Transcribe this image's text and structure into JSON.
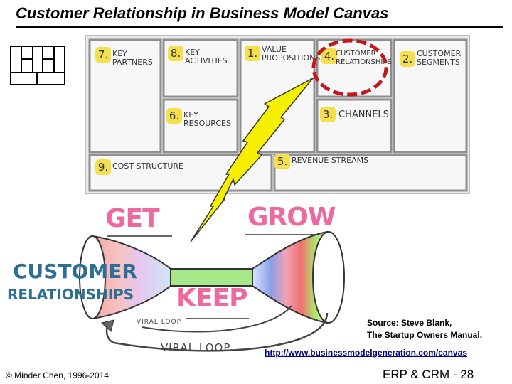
{
  "slide": {
    "title": "Customer Relationship in Business Model Canvas"
  },
  "canvas": {
    "blocks": [
      {
        "num": "7.",
        "label": "KEY\nPARTNERS"
      },
      {
        "num": "8.",
        "label": "KEY\nACTIVITIES"
      },
      {
        "num": "1.",
        "label": "VALUE\nPROPOSITIONS"
      },
      {
        "num": "4.",
        "label": "CUSTOMER\nRELATIONSHIPS"
      },
      {
        "num": "2.",
        "label": "CUSTOMER\nSEGMENTS"
      },
      {
        "num": "6.",
        "label": "KEY\nRESOURCES"
      },
      {
        "num": "3.",
        "label": "CHANNELS"
      },
      {
        "num": "9.",
        "label": "COST STRUCTURE"
      },
      {
        "num": "5.",
        "label": "REVENUE STREAMS"
      }
    ],
    "highlight_color": "#c4161c"
  },
  "funnel": {
    "get": "GET",
    "grow": "GROW",
    "keep": "KEEP",
    "customer": "CUSTOMER",
    "relationships": "RELATIONSHIPS",
    "viral_loop_small": "VIRAL LOOP",
    "viral_loop_large": "VIRAL LOOP",
    "word_color": "#ec6aa0"
  },
  "source": {
    "line1": "Source: Steve Blank,",
    "line2": "The Startup Owners Manual.",
    "link": "http://www.businessmodelgeneration.com/canvas"
  },
  "footer": {
    "copyright": "© Minder Chen, 1996-2014",
    "page": "ERP & CRM - 28"
  }
}
